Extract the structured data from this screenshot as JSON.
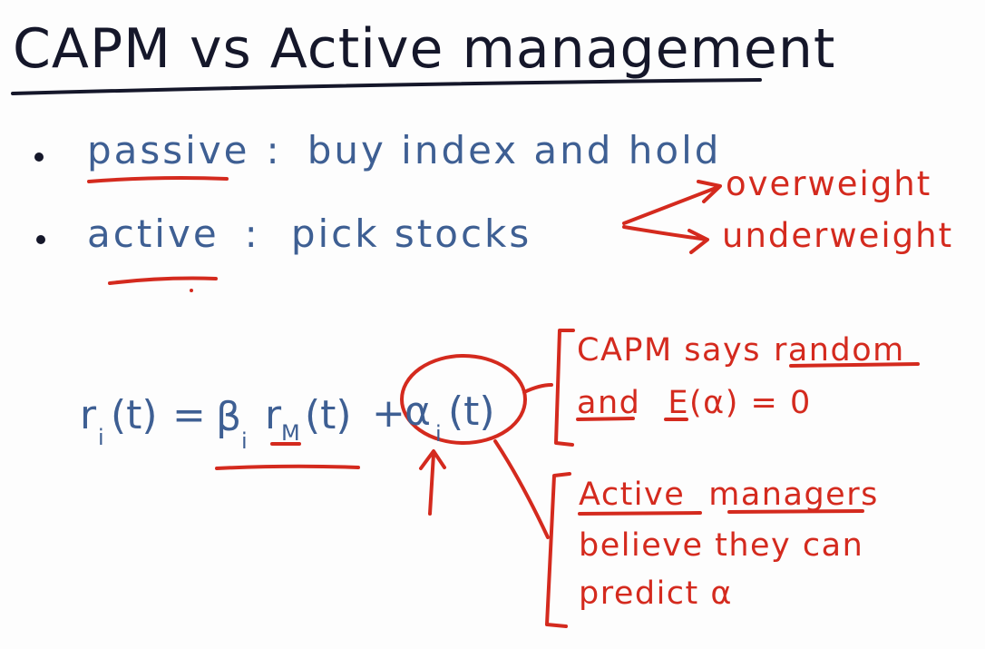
{
  "colors": {
    "title_ink": "#15172a",
    "blue_ink": "#3e5f93",
    "red_ink": "#d42a1e",
    "background": "#fdfdfd"
  },
  "title": "CAPM vs Active management",
  "bullets": [
    {
      "term": "passive",
      "separator": ":",
      "description": "buy index and hold"
    },
    {
      "term": "active",
      "separator": ":",
      "description": "pick stocks"
    }
  ],
  "branches": [
    "overweight",
    "underweight"
  ],
  "equation": {
    "lhs_var": "r",
    "lhs_sub": "i",
    "lhs_arg": "(t)",
    "equals": "=",
    "beta": "β",
    "beta_sub": "i",
    "market_var": "r",
    "market_sub": "M",
    "market_arg": "(t)",
    "plus": "+",
    "alpha": "α",
    "alpha_sub": "i",
    "alpha_arg": "(t)"
  },
  "note_capm": {
    "line1_prefix": "CAPM says",
    "line1_emph": "random",
    "line2_and": "and",
    "line2_E": "E",
    "line2_rest": "(α) = 0"
  },
  "note_active": {
    "line1_a": "Active",
    "line1_b": "managers",
    "line2": "believe they can",
    "line3": "predict α"
  }
}
